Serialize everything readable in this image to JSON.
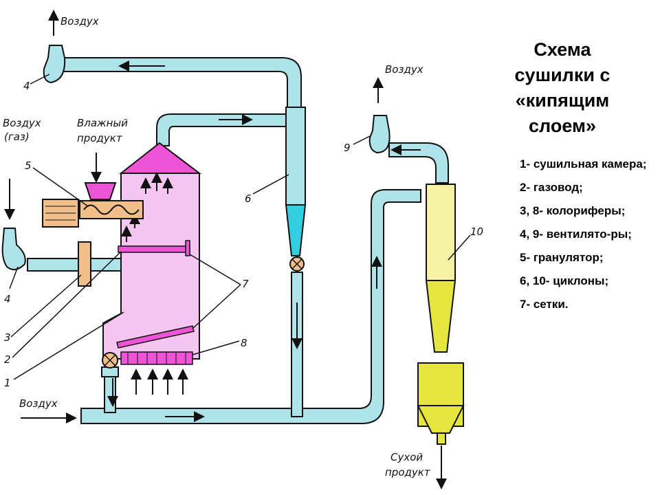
{
  "title": {
    "lines": [
      "Схема",
      "сушилки с",
      "«кипящим",
      "слоем»"
    ]
  },
  "legend": [
    {
      "text": "1- сушильная камера;"
    },
    {
      "text": "2- газовод;"
    },
    {
      "text": "3, 8- колориферы;"
    },
    {
      "text": "4, 9- вентилято-ры;"
    },
    {
      "text": "5- гранулятор;"
    },
    {
      "text": "6, 10- циклоны;"
    },
    {
      "text": "7- сетки."
    }
  ],
  "labels": {
    "air_top": "Воздух",
    "air_left": "Воздух",
    "gas_left": "(газ)",
    "wet_product_1": "Влажный",
    "wet_product_2": "продукт",
    "air_bottom": "Воздух",
    "air_right": "Воздух",
    "dry_product_1": "Сухой",
    "dry_product_2": "продукт"
  },
  "numbers": {
    "n1": "1",
    "n2": "2",
    "n3": "3",
    "n4a": "4",
    "n4b": "4",
    "n5": "5",
    "n6": "6",
    "n7": "7",
    "n8": "8",
    "n9": "9",
    "n10": "10"
  },
  "colors": {
    "pipe": "#aee3ea",
    "cyclone_bottom": "#33cfe0",
    "chamber": "#f5c6f0",
    "hood": "#ee55d6",
    "cyclone10": "#f6f3a6",
    "cyclone10_bottom": "#e6e640",
    "motor": "#f1c08a"
  }
}
